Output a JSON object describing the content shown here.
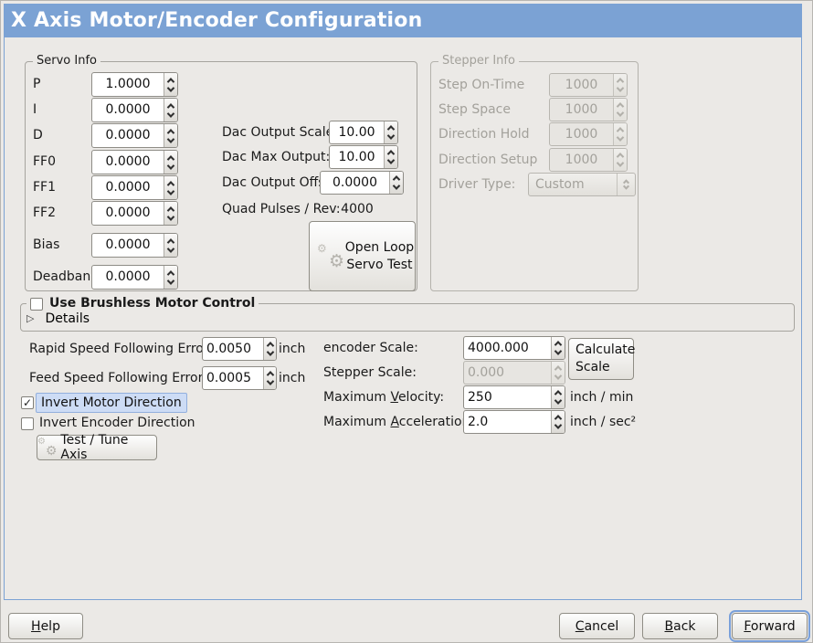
{
  "window": {
    "title": "X Axis Motor/Encoder Configuration"
  },
  "colors": {
    "titlebar": "#7ba2d4",
    "focus_highlight": "#cddcf5"
  },
  "icons": {
    "check": "✓",
    "gear": "⚙",
    "expander_collapsed": "▷"
  },
  "servo_info": {
    "title": "Servo Info",
    "rows": [
      {
        "label": "P",
        "value": "1.0000"
      },
      {
        "label": "I",
        "value": "0.0000"
      },
      {
        "label": "D",
        "value": "0.0000"
      },
      {
        "label": "FF0",
        "value": "0.0000"
      },
      {
        "label": "FF1",
        "value": "0.0000"
      },
      {
        "label": "FF2",
        "value": "0.0000"
      },
      {
        "label": "Bias",
        "value": "0.0000"
      },
      {
        "label": "Deadband",
        "value": "0.0000"
      }
    ],
    "dac_rows": [
      {
        "label": "Dac Output Scale:",
        "value": "10.00"
      },
      {
        "label": "Dac Max Output:",
        "value": "10.00"
      },
      {
        "label": "Dac Output Offset:",
        "value": "0.0000"
      }
    ],
    "quad_label": "Quad Pulses / Rev:",
    "quad_value": "4000",
    "open_loop_button": "Open Loop Servo Test"
  },
  "stepper_info": {
    "title": "Stepper Info",
    "rows": [
      {
        "label": "Step On-Time",
        "value": "1000"
      },
      {
        "label": "Step Space",
        "value": "1000"
      },
      {
        "label": "Direction Hold",
        "value": "1000"
      },
      {
        "label": "Direction Setup",
        "value": "1000"
      }
    ],
    "driver_type_label": "Driver Type:",
    "driver_type_value": "Custom"
  },
  "brushless": {
    "checkbox_label": "Use Brushless Motor Control",
    "details_label": "Details"
  },
  "following_error": {
    "rapid_label": "Rapid Speed Following Error:",
    "rapid_value": "0.0050",
    "rapid_unit": "inch",
    "feed_label": "Feed Speed Following Error:",
    "feed_value": "0.0005",
    "feed_unit": "inch"
  },
  "direction": {
    "invert_motor_label": "Invert Motor Direction",
    "invert_encoder_label": "Invert Encoder Direction",
    "test_tune_button": "Test / Tune Axis"
  },
  "scale": {
    "encoder_label": "encoder Scale:",
    "encoder_value": "4000.000",
    "calculate_button": "Calculate Scale",
    "stepper_label": "Stepper Scale:",
    "stepper_value": "0.000",
    "velocity_label": {
      "pre": "Maximum ",
      "u": "V",
      "post": "elocity:"
    },
    "velocity_value": "250",
    "velocity_unit": "inch / min",
    "accel_label": {
      "pre": "Maximum ",
      "u": "A",
      "post": "cceleration:"
    },
    "accel_value": "2.0",
    "accel_unit": "inch / sec²"
  },
  "footer": {
    "help": {
      "u": "H",
      "post": "elp"
    },
    "cancel": {
      "u": "C",
      "post": "ancel"
    },
    "back": {
      "u": "B",
      "post": "ack"
    },
    "forward": {
      "u": "F",
      "post": "orward"
    }
  }
}
